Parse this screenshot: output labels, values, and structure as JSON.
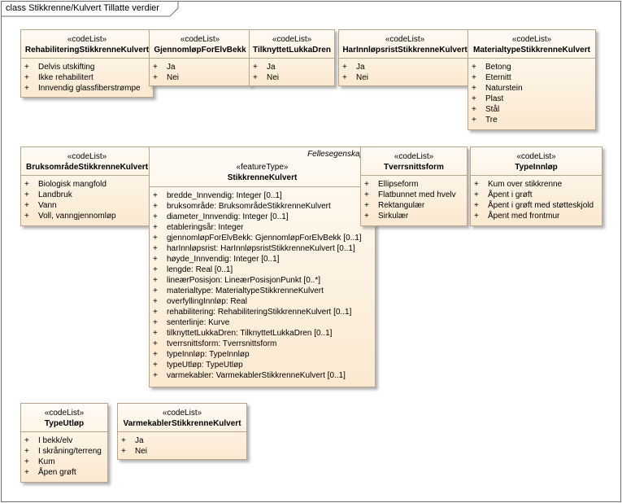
{
  "diagram": {
    "kind": "class",
    "title": "Stikkrenne/Kulvert Tillatte verdier"
  },
  "classes": {
    "rehab": {
      "stereotype": "«codeList»",
      "name": "RehabiliteringStikkrenneKulvert",
      "items": [
        "Delvis utskifting",
        "Ikke rehabilitert",
        "Innvendig glassfiberstrømpe"
      ]
    },
    "gjennomlop": {
      "stereotype": "«codeList»",
      "name": "GjennomløpForElvBekk",
      "items": [
        "Ja",
        "Nei"
      ]
    },
    "tilknyttet": {
      "stereotype": "«codeList»",
      "name": "TilknyttetLukkaDren",
      "items": [
        "Ja",
        "Nei"
      ]
    },
    "harinnlop": {
      "stereotype": "«codeList»",
      "name": "HarInnløpsristStikkrenneKulvert",
      "items": [
        "Ja",
        "Nei"
      ]
    },
    "material": {
      "stereotype": "«codeList»",
      "name": "MaterialtypeStikkrenneKulvert",
      "items": [
        "Betong",
        "Eternitt",
        "Naturstein",
        "Plast",
        "Stål",
        "Tre"
      ]
    },
    "bruk": {
      "stereotype": "«codeList»",
      "name": "BruksområdeStikkrenneKulvert",
      "items": [
        "Biologisk mangfold",
        "Landbruk",
        "Vann",
        "Voll, vanngjennomløp"
      ]
    },
    "feature": {
      "tag": "Fellesegenskaper",
      "stereotype": "«featureType»",
      "name": "StikkrenneKulvert",
      "items": [
        "bredde_Innvendig: Integer [0..1]",
        "bruksområde: BruksområdeStikkrenneKulvert",
        "diameter_Innvendig: Integer [0..1]",
        "etableringsår: Integer",
        "gjennomløpForElvBekk: GjennomløpForElvBekk [0..1]",
        "harInnløpsrist: HarInnløpsristStikkrenneKulvert [0..1]",
        "høyde_Innvendig: Integer [0..1]",
        "lengde: Real [0..1]",
        "lineærPosisjon: LineærPosisjonPunkt [0..*]",
        "materialtype: MaterialtypeStikkrenneKulvert",
        "overfyllingInnløp: Real",
        "rehabilitering: RehabiliteringStikkrenneKulvert [0..1]",
        "senterlinje: Kurve",
        "tilknyttetLukkaDren: TilknyttetLukkaDren [0..1]",
        "tverrsnittsform: Tverrsnittsform",
        "typeInnløp: TypeInnløp",
        "typeUtløp: TypeUtløp",
        "varmekabler: VarmekablerStikkrenneKulvert [0..1]"
      ]
    },
    "tverr": {
      "stereotype": "«codeList»",
      "name": "Tverrsnittsform",
      "items": [
        "Ellipseform",
        "Flatbunnet med hvelv",
        "Rektangulær",
        "Sirkulær"
      ]
    },
    "typeinn": {
      "stereotype": "«codeList»",
      "name": "TypeInnløp",
      "items": [
        "Kum over stikkrenne",
        "Åpent i grøft",
        "Åpent i grøft med støtteskjold",
        "Åpent med frontmur"
      ]
    },
    "typeut": {
      "stereotype": "«codeList»",
      "name": "TypeUtløp",
      "items": [
        "I bekk/elv",
        "I skråning/terreng",
        "Kum",
        "Åpen grøft"
      ]
    },
    "varme": {
      "stereotype": "«codeList»",
      "name": "VarmekablerStikkrenneKulvert",
      "items": [
        "Ja",
        "Nei"
      ]
    }
  }
}
